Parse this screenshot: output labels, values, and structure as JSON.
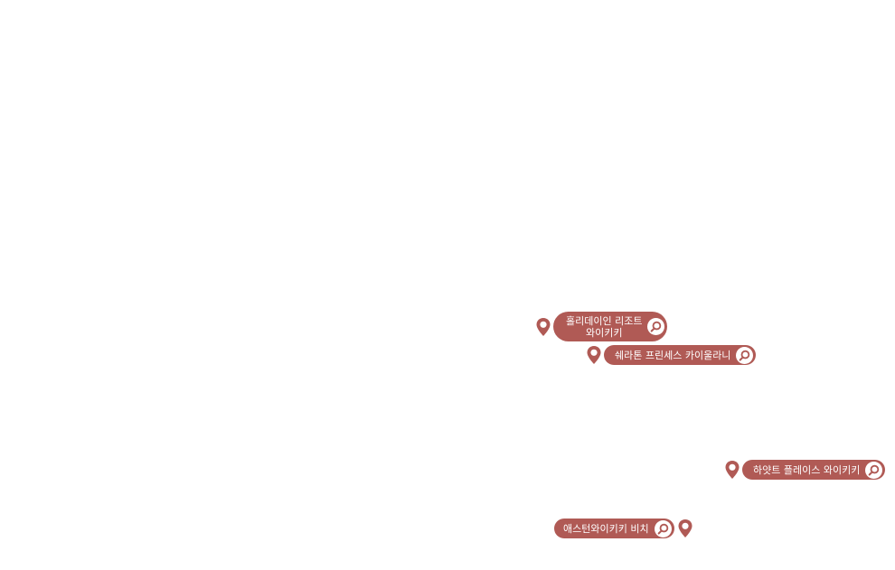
{
  "colors": {
    "marker": "#b05a55",
    "pill": "#b05a55",
    "pill_text": "#ffffff",
    "background": "#ffffff"
  },
  "markers": [
    {
      "name": "holiday-inn",
      "label_lines": [
        "홀리데이인 리조트",
        "와이키키"
      ],
      "icon": "map-pin-icon",
      "action_icon": "search-icon"
    },
    {
      "name": "sheraton-princess",
      "label_lines": [
        "쉐라톤 프린세스 카이울라니"
      ],
      "icon": "map-pin-icon",
      "action_icon": "search-icon"
    },
    {
      "name": "hyatt-place",
      "label_lines": [
        "하얏트 플레이스 와이키키"
      ],
      "icon": "map-pin-icon",
      "action_icon": "search-icon"
    },
    {
      "name": "aston-waikiki-beach",
      "label_lines": [
        "애스턴와이키키 비치"
      ],
      "icon": "map-pin-icon",
      "action_icon": "search-icon"
    }
  ]
}
